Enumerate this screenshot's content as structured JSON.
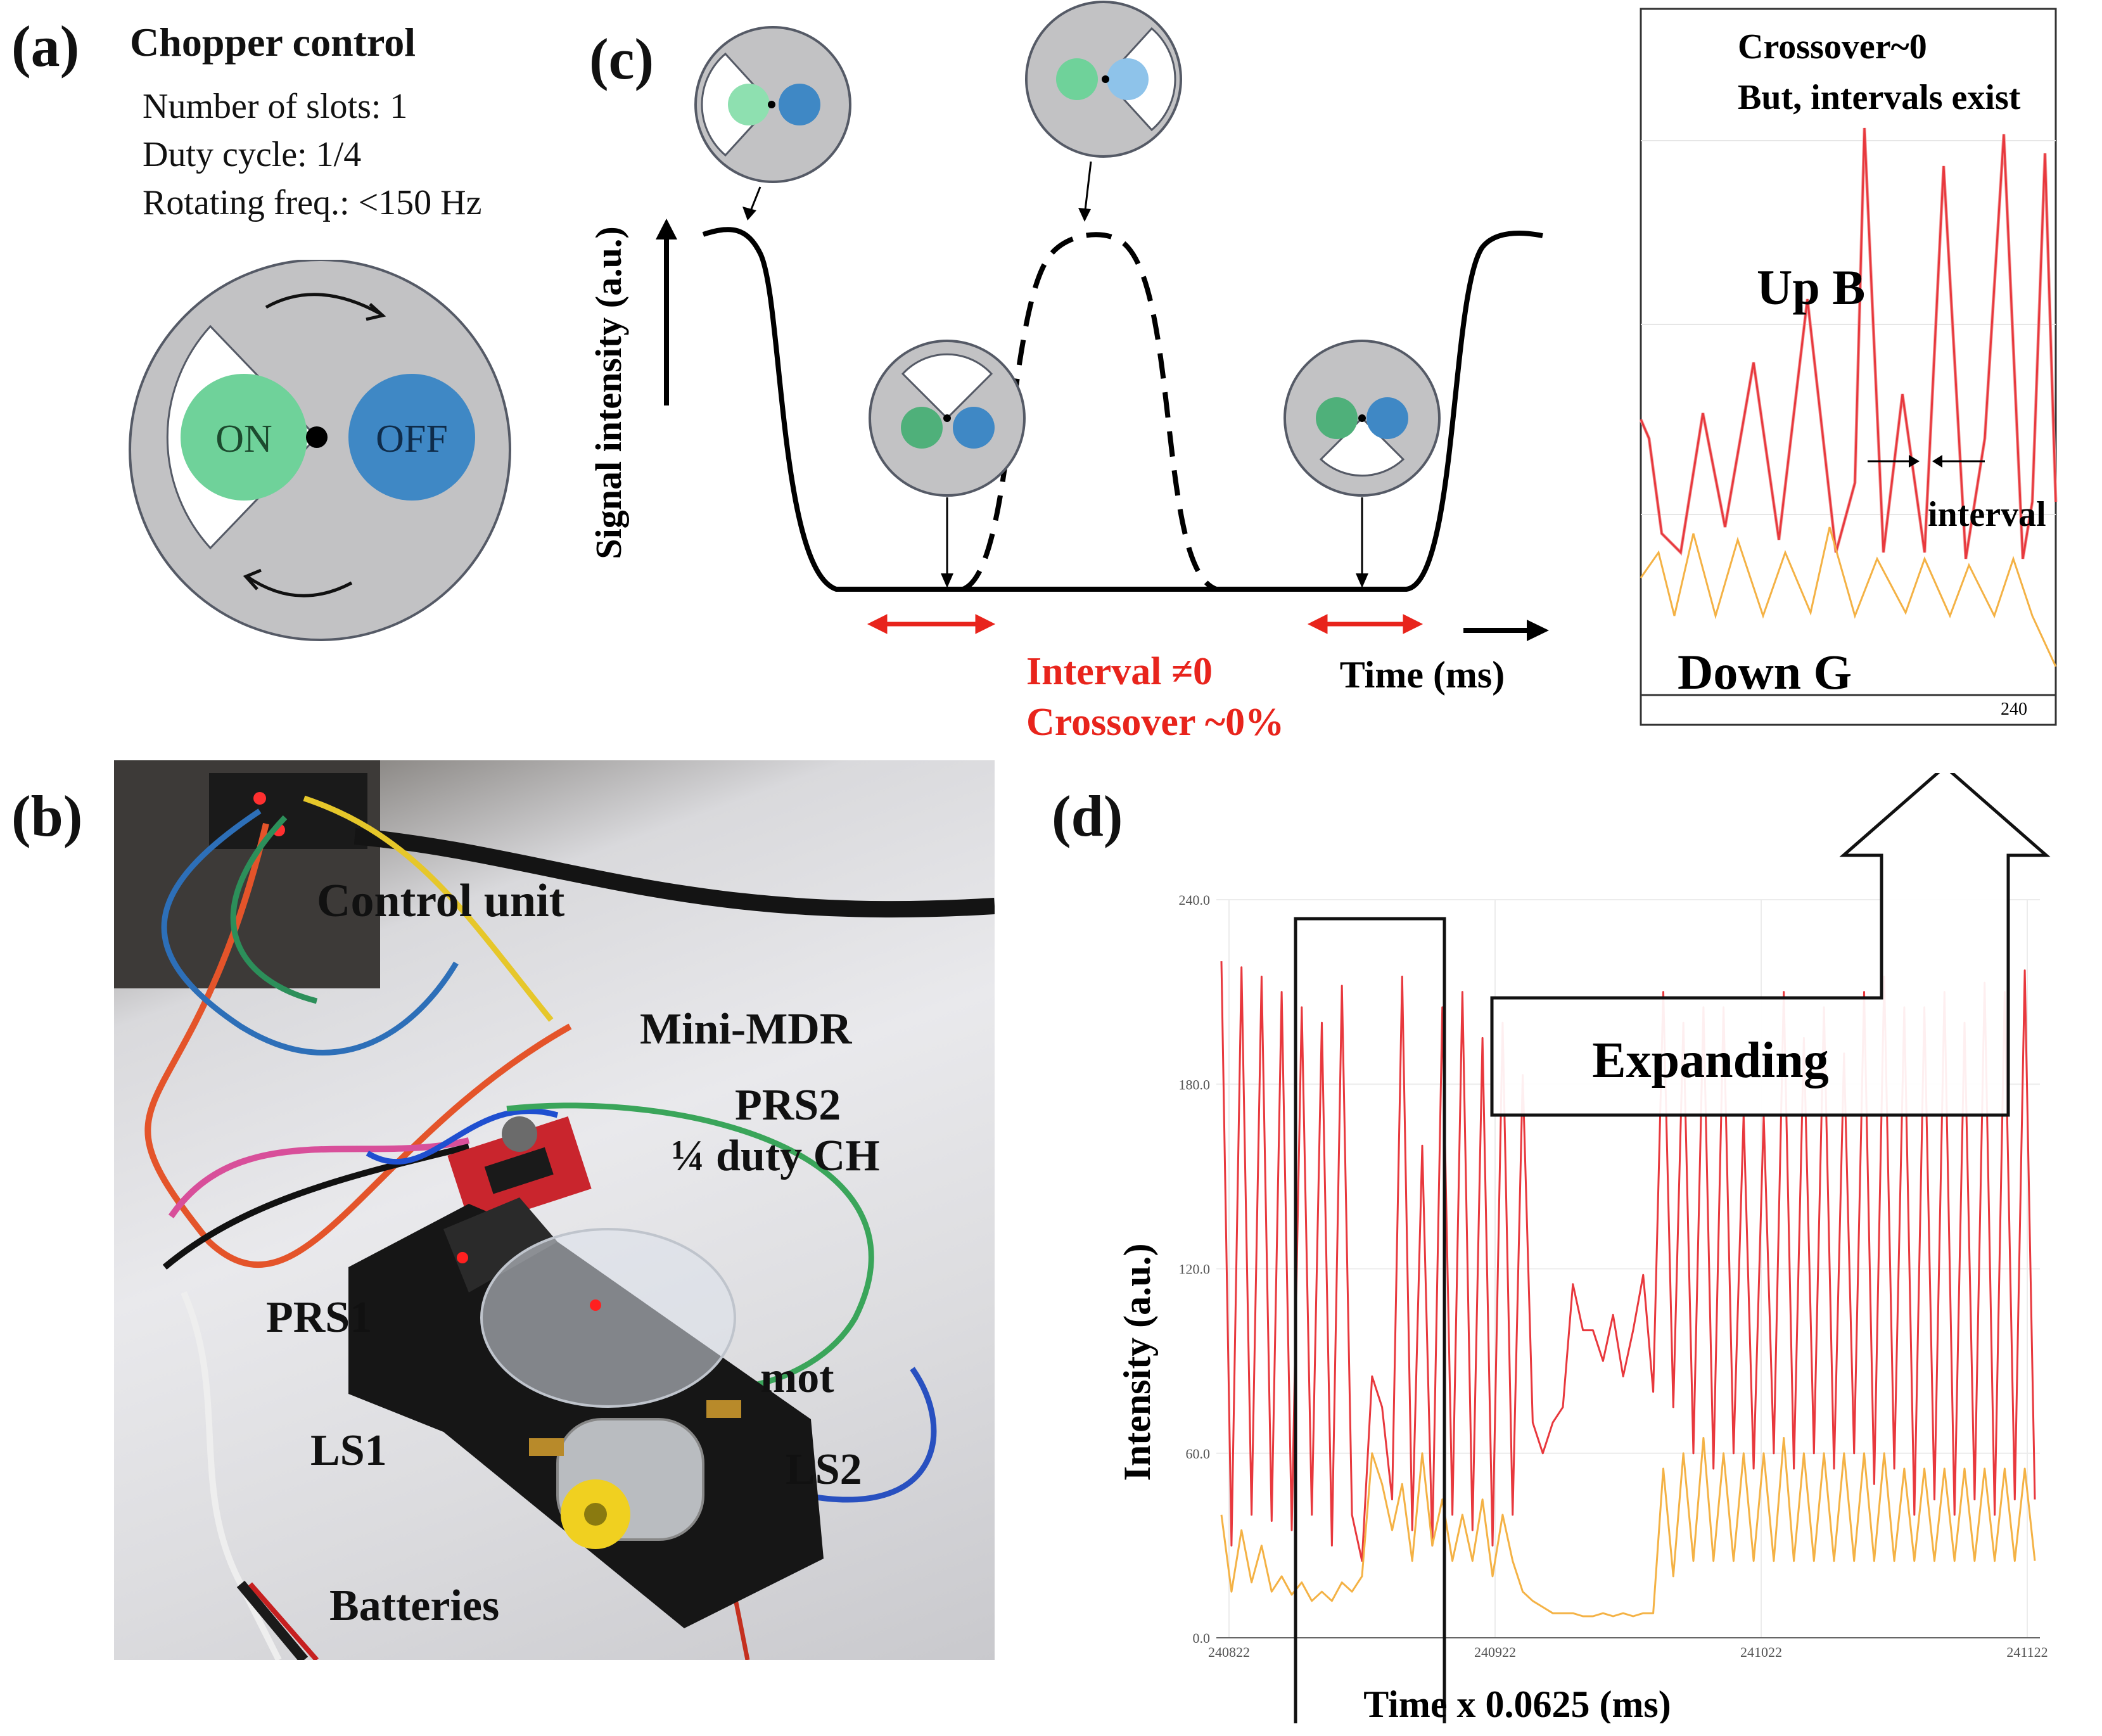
{
  "panels": {
    "a": "(a)",
    "b": "(b)",
    "c": "(c)",
    "d": "(d)"
  },
  "panel_a": {
    "title": "Chopper control",
    "specs": [
      "Number of slots: 1",
      "Duty cycle: 1/4",
      "Rotating freq.: <150 Hz"
    ],
    "on_label": "ON",
    "off_label": "OFF",
    "colors": {
      "disk": "#c2c2c4",
      "on": "#6fd29a",
      "off": "#3f88c5",
      "slot": "#ffffff"
    }
  },
  "panel_b": {
    "labels": [
      "Control unit",
      "Mini-MDR",
      "PRS2",
      "¼ duty CH",
      "PRS1",
      "mot",
      "LS1",
      "LS2",
      "Batteries"
    ]
  },
  "panel_c": {
    "ylabel": "Signal intensity (a.u.)",
    "xlabel": "Time (ms)",
    "note_line1": "Interval ≠0",
    "note_line2": "Crossover ~0%",
    "note_color": "#e8241c"
  },
  "panel_c_inset": {
    "line1": "Crossover~0",
    "line2": "But, intervals exist",
    "up_label": "Up B",
    "down_label": "Down G",
    "interval_label": "interval",
    "tick": "240"
  },
  "chart_data": {
    "type": "line",
    "title": "",
    "xlabel": "Time x 0.0625 (ms)",
    "ylabel": "Intensity (a.u.)",
    "ylim": [
      0,
      240
    ],
    "yticks": [
      "0.0",
      "60.0",
      "120.0",
      "180.0",
      "240.0"
    ],
    "xtick_labels": [
      "240822",
      "240922",
      "241022",
      "241122"
    ],
    "grid": true,
    "annotation": "Expanding",
    "series": [
      {
        "color": "#e8383d",
        "values": [
          220,
          30,
          218,
          40,
          215,
          38,
          210,
          35,
          205,
          40,
          200,
          30,
          212,
          40,
          25,
          85,
          75,
          45,
          215,
          35,
          160,
          30,
          205,
          40,
          210,
          35,
          195,
          30,
          200,
          40,
          183,
          70,
          60,
          70,
          75,
          115,
          100,
          100,
          90,
          105,
          85,
          100,
          118,
          80,
          210,
          75,
          200,
          60,
          205,
          55,
          205,
          60,
          170,
          55,
          170,
          60,
          210,
          55,
          195,
          60,
          205,
          55,
          190,
          60,
          210,
          50,
          215,
          55,
          205,
          40,
          205,
          45,
          210,
          40,
          200,
          45,
          213,
          40,
          210,
          45,
          217,
          45
        ]
      },
      {
        "color": "#f4b245",
        "values": [
          40,
          15,
          35,
          18,
          30,
          15,
          20,
          14,
          18,
          12,
          15,
          12,
          18,
          15,
          20,
          60,
          50,
          35,
          50,
          25,
          60,
          30,
          45,
          25,
          40,
          25,
          45,
          20,
          40,
          25,
          15,
          12,
          10,
          8,
          8,
          8,
          7,
          7,
          8,
          7,
          8,
          7,
          8,
          8,
          55,
          20,
          60,
          25,
          65,
          25,
          60,
          25,
          60,
          25,
          60,
          25,
          65,
          25,
          60,
          25,
          60,
          25,
          60,
          25,
          60,
          25,
          60,
          25,
          55,
          25,
          55,
          25,
          55,
          25,
          55,
          25,
          55,
          25,
          55,
          25,
          55,
          25
        ]
      }
    ]
  }
}
